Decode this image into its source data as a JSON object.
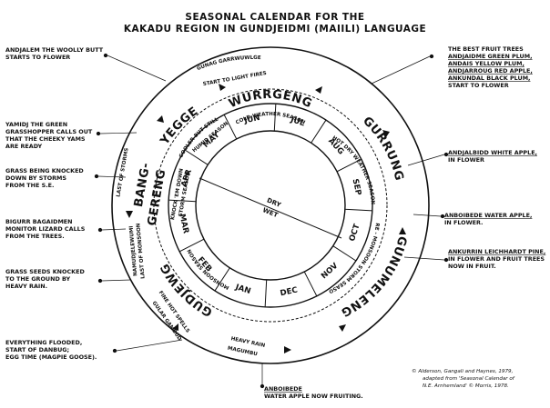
{
  "title": {
    "line1": "SEASONAL CALENDAR FOR THE",
    "line2": "KAKADU REGION IN GUNDJEIDMI (MAIILI) LANGUAGE"
  },
  "seasons": [
    {
      "name": "WURRGENG",
      "desc": "COLD WEATHER SEASON"
    },
    {
      "name": "GURRUNG",
      "desc": "HOT DRY WEATHER SEASON"
    },
    {
      "name": "GUNUMELENG",
      "desc": "PRE - MONSOON STORM SEASON"
    },
    {
      "name": "GUDJEWG",
      "desc": "MONSOON SEASON"
    },
    {
      "name": "BANG-",
      "name2": "GERENG",
      "desc": "KNOCK 'EM DOWN",
      "desc2": "STORM SEASON"
    },
    {
      "name": "YEGGE",
      "desc": "COOLER BUT STILL",
      "desc2": "HUMID SEASON"
    }
  ],
  "outer_ring": [
    {
      "text": "GUNAG GARRWUWLGE",
      "text2": "START TO LIGHT FIRES"
    },
    {
      "text": "MAGUMBU",
      "text2": "HEAVY RAIN"
    },
    {
      "text": "GULAR GAMBUD",
      "text2": "FINE HOT SPELLS"
    },
    {
      "text": "NAMUDJELEWUMI",
      "text2": "LAST OF MONSOON"
    },
    {
      "text": "LAST OF STORMS"
    }
  ],
  "months": [
    "JUN",
    "JUL",
    "AUG",
    "SEP",
    "OCT",
    "NOV",
    "DEC",
    "JAN",
    "FEB",
    "MAR",
    "APR",
    "MAY"
  ],
  "center": {
    "top": "DRY",
    "bottom": "WET"
  },
  "left_notes": [
    {
      "l1": "ANDJALEM THE WOOLLY BUTT",
      "l2": "STARTS TO FLOWER"
    },
    {
      "l1": "YAMIDJ THE GREEN",
      "l2": "GRASSHOPPER CALLS OUT",
      "l3": "THAT THE CHEEKY YAMS",
      "l4": "ARE READY"
    },
    {
      "l1": "GRASS BEING KNOCKED",
      "l2": "DOWN BY STORMS",
      "l3": "FROM THE S.E."
    },
    {
      "l1": "BIGURR BAGAIDMEN",
      "l2": "MONITOR LIZARD CALLS",
      "l3": "FROM THE TREES."
    },
    {
      "l1": "GRASS SEEDS KNOCKED",
      "l2": "TO THE GROUND BY",
      "l3": "HEAVY RAIN."
    },
    {
      "l1": "EVERYTHING FLOODED,",
      "l2": "START OF DANBUG;",
      "l3": "EGG TIME (MAGPIE GOOSE)."
    }
  ],
  "right_notes": [
    {
      "l1": "THE BEST FRUIT TREES",
      "l2": "ANDJAIDME GREEN PLUM,",
      "l3": "ANDAIS YELLOW PLUM,",
      "l4": "ANDJARROUG RED APPLE,",
      "l5": "ANKUNDAL BLACK PLUM,",
      "l6": "START TO FLOWER"
    },
    {
      "l1": "ANDJALBIDD WHITE APPLE,",
      "l2": "IN FLOWER"
    },
    {
      "l1": "ANBOIBEDE WATER APPLE,",
      "l2": "IN FLOWER."
    },
    {
      "l1": "ANKURRIN LEICHHARDT PINE,",
      "l2": "IN FLOWER AND FRUIT TREES",
      "l3": "NOW IN FRUIT."
    }
  ],
  "bottom_note": {
    "l1": "ANBOIBEDE",
    "l2": "WATER APPLE NOW FRUITING."
  },
  "credit": {
    "l1": "© Alderson, Gangali and Haynes, 1979,",
    "l2": "adapted from 'Seasonal Calendar of",
    "l3": "N.E. Arnhemland' © Morris, 1978."
  }
}
